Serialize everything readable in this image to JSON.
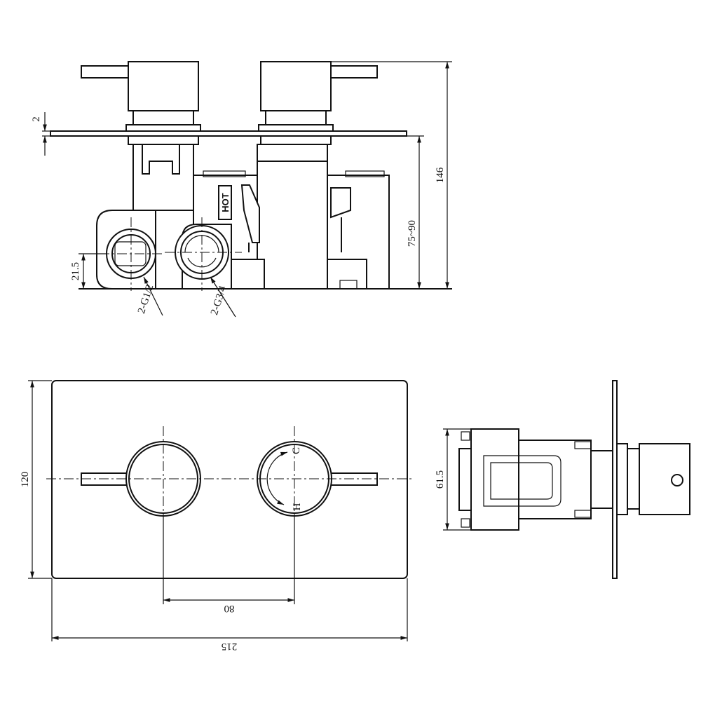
{
  "top_view": {
    "dims": {
      "plate_thickness": "2",
      "total_height": "146",
      "depth_range": "75~90",
      "inlet_height": "21.5"
    },
    "thread_labels": {
      "inlet": "2-G1/2",
      "outlet": "2-G3/4"
    },
    "hot_label": "HOT"
  },
  "front_view": {
    "dims": {
      "plate_height": "120",
      "valve_spacing": "80",
      "plate_width": "215"
    },
    "dial_marks": {
      "cold": "C",
      "hot": "H"
    }
  },
  "side_view": {
    "dims": {
      "body_height": "61.5"
    }
  }
}
